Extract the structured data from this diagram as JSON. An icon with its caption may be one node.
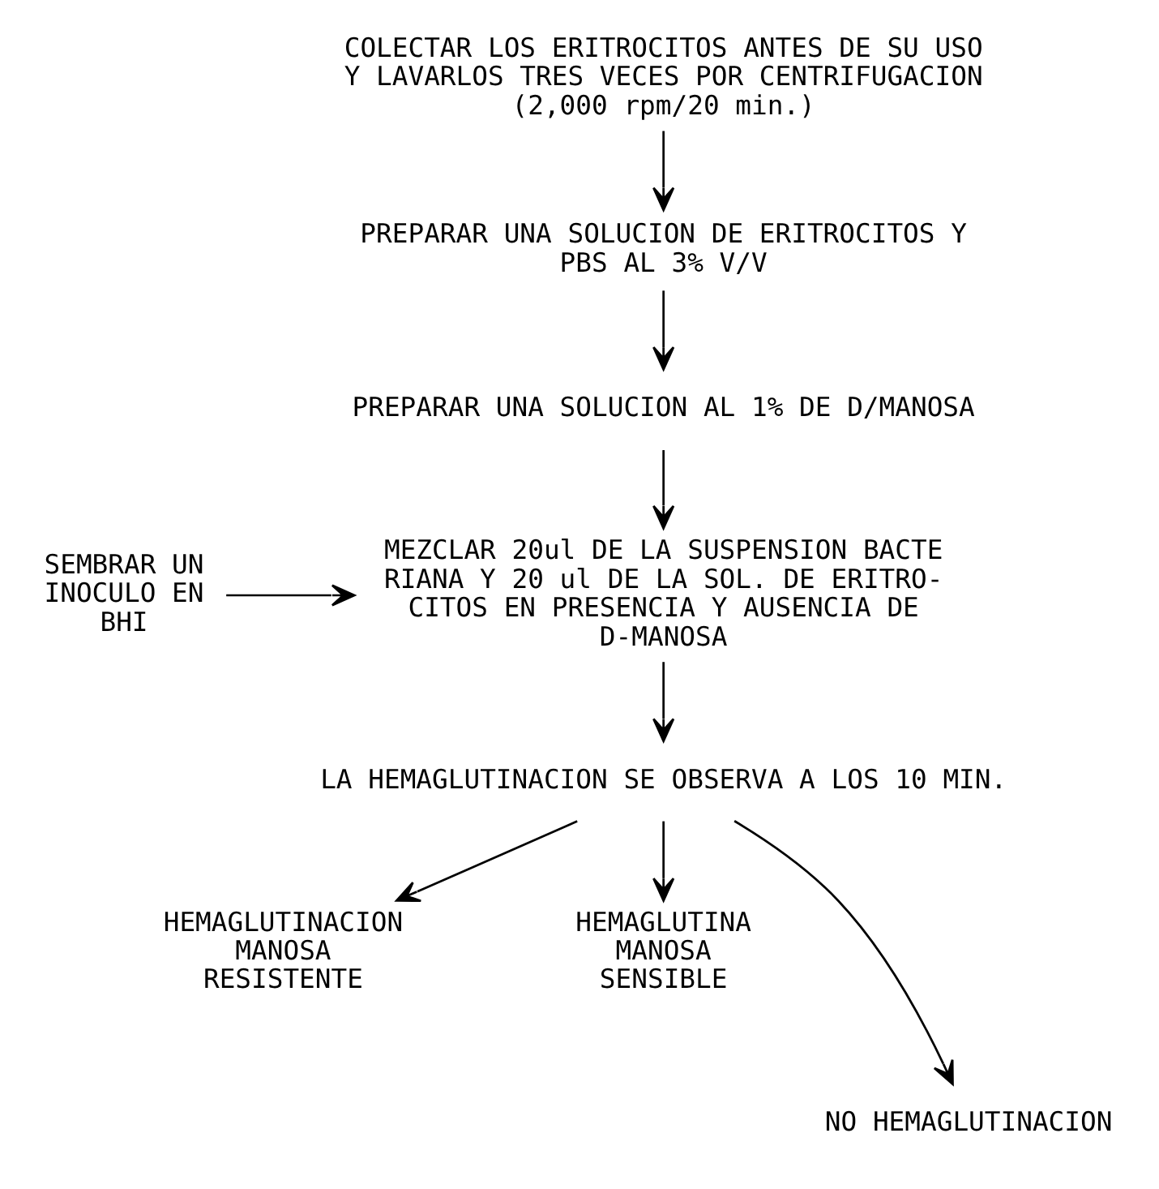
{
  "diagram": {
    "nodes": [
      {
        "text": [
          "COLECTAR LOS ERITROCITOS ANTES DE SU USO Y LAVARLOS TRES VECES POR CENTRIFUGACION (2,000 rpm/20 min.)"
        ]
      },
      {
        "text": [
          "PREPARAR UNA SOLUCION DE ERITROCITOS Y PBS AL 3% V/V"
        ]
      },
      {
        "text": [
          "PREPARAR UNA SOLUCION AL 1% DE D/MANOSA"
        ]
      },
      {
        "text": [
          "SEMBRAR UN INOCULO EN BHI"
        ]
      },
      {
        "text": [
          "MEZCLAR 20ul DE LA SUSPENSION BACTE RIANA Y 20 ul DE LA SOL. DE ERITRO- CITOS EN PRESENCIA Y AUSENCIA DE D-MANOSA"
        ]
      },
      {
        "text": [
          "LA HEMAGLUTINACION SE OBSERVA A LOS 10 MIN."
        ]
      },
      {
        "text": [
          "HEMAGLUTINACION MANOSA RESISTENTE"
        ]
      },
      {
        "text": [
          "HEMAGLUTINA MANOSA SENSIBLE"
        ]
      },
      {
        "text": [
          "NO HEMAGLUTINACION"
        ]
      }
    ],
    "edges": [
      {
        "from": 0,
        "to": 1,
        "arrow": "to"
      },
      {
        "from": 1,
        "to": 2,
        "arrow": "to"
      },
      {
        "from": 2,
        "to": 4,
        "arrow": "to"
      },
      {
        "from": 3,
        "to": 4,
        "arrow": "to"
      },
      {
        "from": 4,
        "to": 5,
        "arrow": "to"
      },
      {
        "from": 5,
        "to": 6,
        "arrow": "to"
      },
      {
        "from": 5,
        "to": 7,
        "arrow": "to"
      },
      {
        "from": 5,
        "to": 8,
        "arrow": "to"
      }
    ]
  }
}
